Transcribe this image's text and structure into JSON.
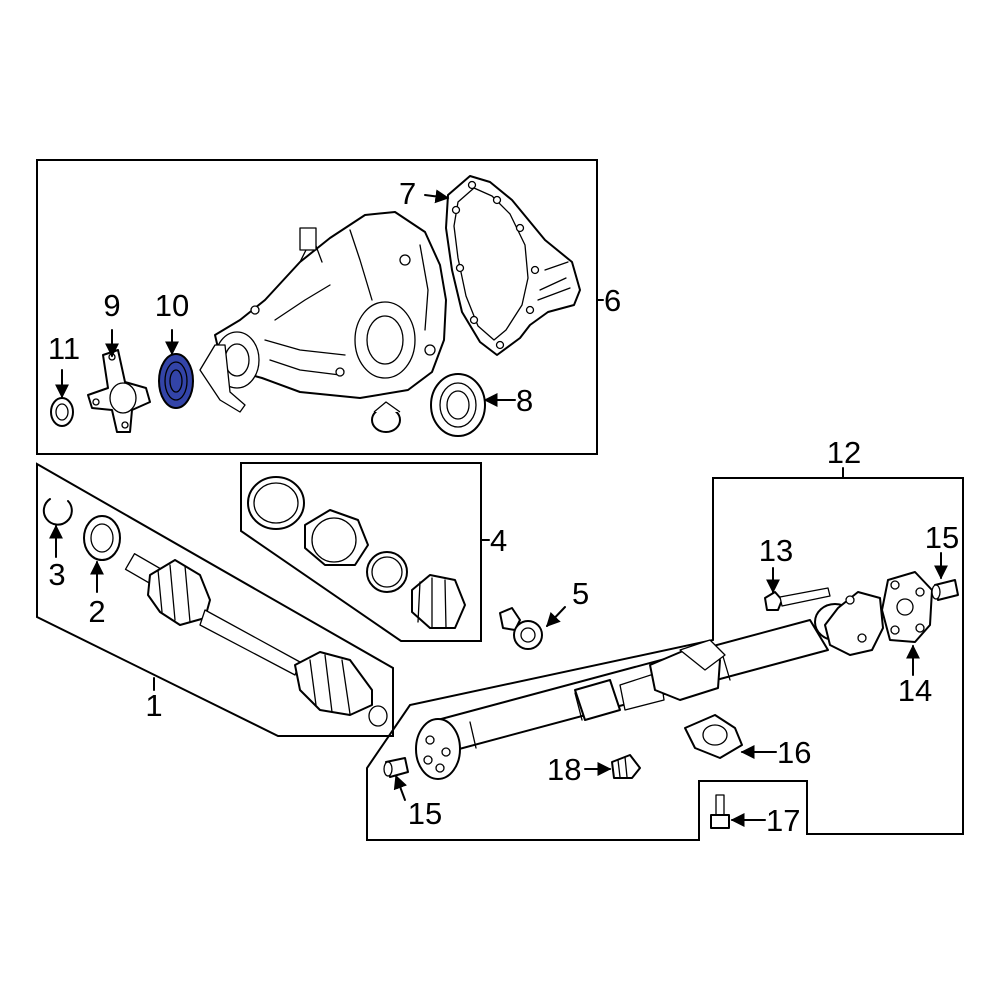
{
  "highlight_color": "#3344a8",
  "callouts": {
    "c1": "1",
    "c2": "2",
    "c3": "3",
    "c4": "4",
    "c5": "5",
    "c6": "6",
    "c7": "7",
    "c8": "8",
    "c9": "9",
    "c10": "10",
    "c11": "11",
    "c12": "12",
    "c13": "13",
    "c14": "14",
    "c15a": "15",
    "c15b": "15",
    "c16": "16",
    "c17": "17",
    "c18": "18"
  }
}
